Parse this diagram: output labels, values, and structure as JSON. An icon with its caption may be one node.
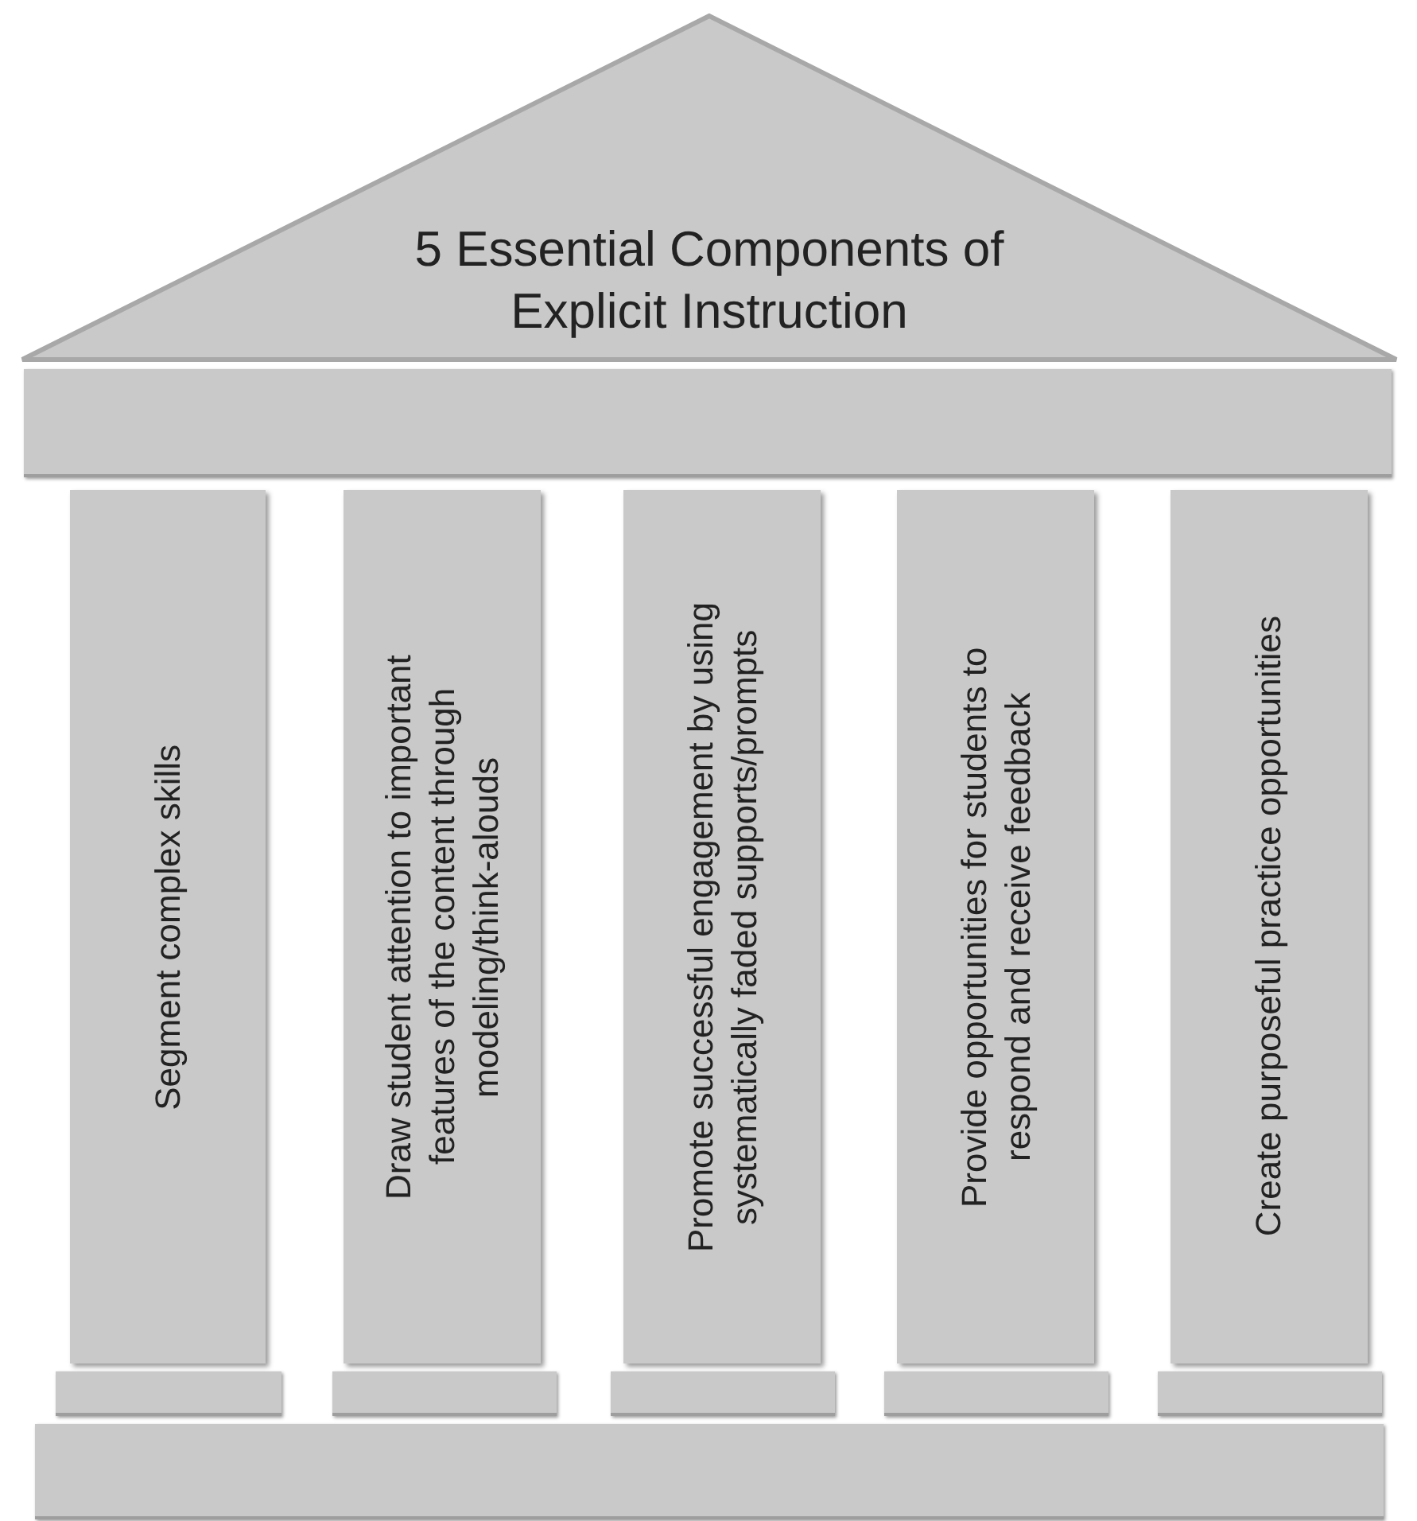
{
  "diagram": {
    "nodes": [
      {
        "text": [
          "5 Essential Components of Explicit Instruction"
        ]
      },
      {
        "text": [],
        "shape": "bar"
      },
      {
        "text": [
          "Segment complex skills"
        ]
      },
      {
        "text": [
          "Draw student attention to important features of the content through modeling/think-alouds"
        ]
      },
      {
        "text": [
          "Promote successful engagement by using systematically faded supports/prompts"
        ]
      },
      {
        "text": [
          "Provide opportunities for students to respond and receive feedback"
        ]
      },
      {
        "text": [
          "Create purposeful practice opportunities"
        ]
      },
      {
        "text": [],
        "shape": "bar"
      },
      {
        "text": [],
        "shape": "bar"
      },
      {
        "text": [],
        "shape": "bar"
      },
      {
        "text": [],
        "shape": "bar"
      },
      {
        "text": [],
        "shape": "bar"
      },
      {
        "text": [],
        "shape": "bar"
      }
    ],
    "edges": []
  }
}
